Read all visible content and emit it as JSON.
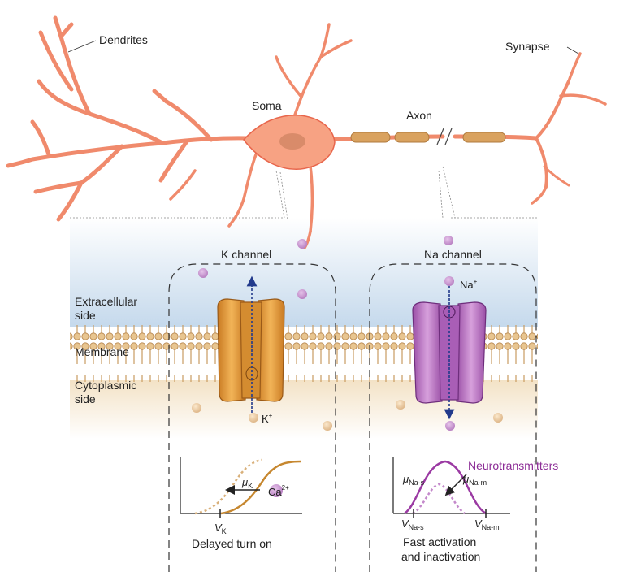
{
  "neuron": {
    "dendrites": "Dendrites",
    "soma": "Soma",
    "axon": "Axon",
    "synapse": "Synapse"
  },
  "membrane": {
    "extracellular_line1": "Extracellular",
    "extracellular_line2": "side",
    "membrane": "Membrane",
    "cytoplasmic_line1": "Cytoplasmic",
    "cytoplasmic_line2": "side"
  },
  "k_panel": {
    "title": "K channel",
    "ion": "K",
    "ion_sup": "+",
    "mu": "μ",
    "mu_sub": "K",
    "ca": "Ca",
    "ca_sup": "2+",
    "v": "V",
    "v_sub": "K",
    "caption": "Delayed turn on"
  },
  "na_panel": {
    "title": "Na channel",
    "ion": "Na",
    "ion_sup": "+",
    "mu_s": "μ",
    "mu_s_sub": "Na-s",
    "mu_m": "μ",
    "mu_m_sub": "Na-m",
    "v_s": "V",
    "v_s_sub": "Na-s",
    "v_m": "V",
    "v_m_sub": "Na-m",
    "neurotransmitters": "Neurotransmitters",
    "caption_line1": "Fast activation",
    "caption_line2": "and inactivation"
  },
  "colors": {
    "neuron_fill": "#f7a283",
    "neuron_outline": "#e8664c",
    "myelin": "#d9a25f",
    "k_channel": "#e39a3a",
    "na_channel": "#b86fc0",
    "arrow": "#223a8c",
    "purple_ion": "#c68fd0",
    "tan_ion": "#f0cfa0",
    "extracellular": "#c9dcee",
    "cytoplasm": "#f5e6cd"
  }
}
